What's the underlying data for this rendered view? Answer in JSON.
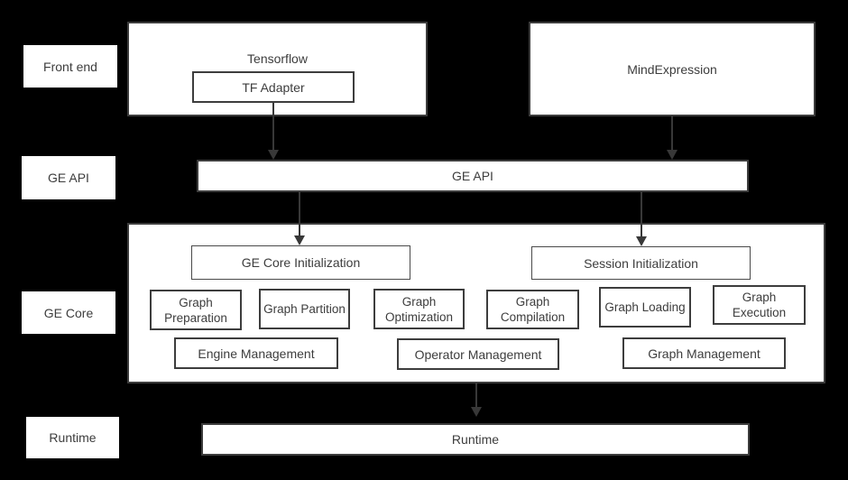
{
  "layer_labels": [
    "Front end",
    "GE API",
    "GE Core",
    "Runtime"
  ],
  "front_end": {
    "tensorflow_label": "Tensorflow",
    "tf_adapter_label": "TF Adapter",
    "mind_expression_label": "MindExpression"
  },
  "api": {
    "label": "GE API"
  },
  "core": {
    "init": [
      "GE Core Initialization",
      "Session Initialization"
    ],
    "stages": [
      "Graph Preparation",
      "Graph Partition",
      "Graph Optimization",
      "Graph Compilation",
      "Graph Loading",
      "Graph Execution"
    ],
    "management": [
      "Engine Management",
      "Operator Management",
      "Graph Management"
    ]
  },
  "runtime": {
    "label": "Runtime"
  },
  "colors": {
    "background": "#000000",
    "box_fill": "#ffffff",
    "box_border": "#3d3d3d",
    "text": "#3d3d3d",
    "arrow": "#383838"
  }
}
